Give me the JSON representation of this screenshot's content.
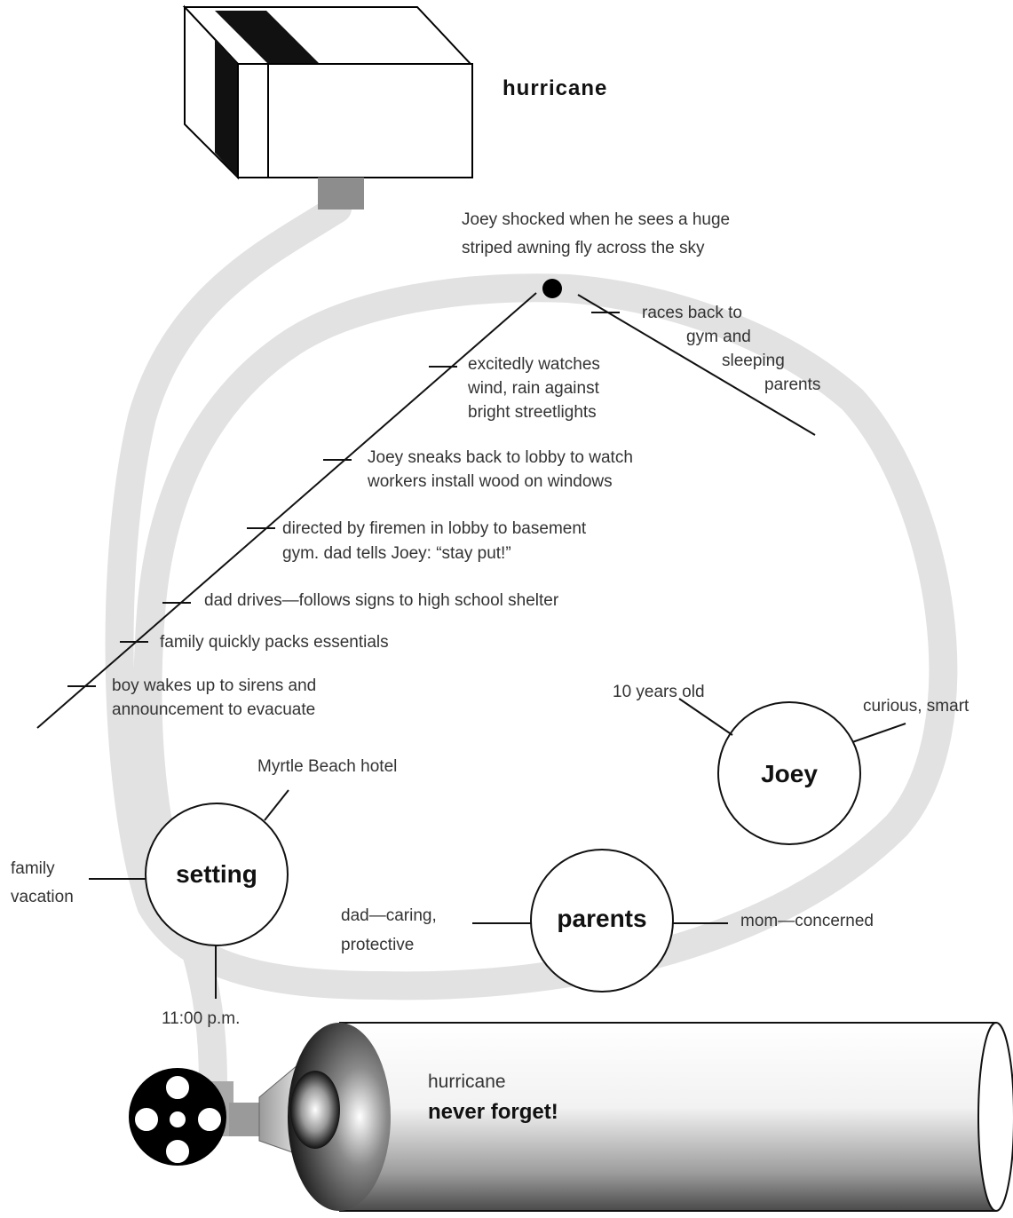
{
  "title": "hurricane",
  "climax": [
    "Joey shocked when he sees a huge",
    "striped awning fly across the sky"
  ],
  "rising_events": [
    [
      "boy wakes up to sirens and",
      "announcement to evacuate"
    ],
    [
      "family quickly packs essentials"
    ],
    [
      "dad drives—follows signs to high school shelter"
    ],
    [
      "directed by firemen in lobby to basement",
      "gym. dad tells Joey: “stay put!”"
    ],
    [
      "Joey sneaks back to lobby to watch",
      "workers install wood on windows"
    ],
    [
      "excitedly watches",
      "wind, rain against",
      "bright streetlights"
    ]
  ],
  "falling_events": [
    [
      "races back to",
      "gym and",
      "sleeping",
      "parents"
    ]
  ],
  "characters": {
    "joey": {
      "name": "Joey",
      "traits": [
        "10 years old",
        "curious, smart"
      ]
    },
    "parents": {
      "name": "parents",
      "traits": [
        "dad—caring, protective",
        "mom—concerned"
      ],
      "dad_lines": [
        "dad—caring,",
        "protective"
      ]
    }
  },
  "setting": {
    "name": "setting",
    "place": "Myrtle Beach hotel",
    "occasion": [
      "family",
      "vacation"
    ],
    "time": "11:00 p.m."
  },
  "ending": {
    "topic": "hurricane",
    "resolution": "never forget!"
  }
}
